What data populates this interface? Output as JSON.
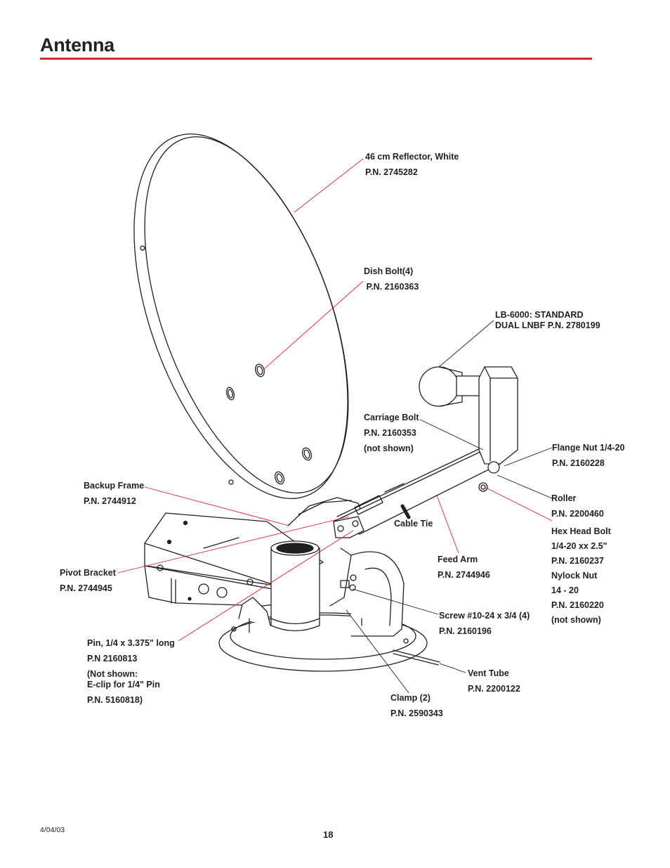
{
  "page": {
    "title": "Antenna",
    "date": "4/04/03",
    "page_number": "18",
    "accent_color": "#d9232d"
  },
  "callouts": {
    "reflector": [
      "46 cm Reflector, White",
      "P.N. 2745282"
    ],
    "dish_bolt": [
      "Dish Bolt(4)",
      " P.N. 2160363"
    ],
    "lnbf": [
      "LB-6000: STANDARD",
      "DUAL LNBF P.N. 2780199"
    ],
    "carriage_bolt": [
      "Carriage Bolt",
      "P.N. 2160353",
      "(not shown)"
    ],
    "flange_nut": [
      "Flange Nut 1/4-20",
      "P.N. 2160228"
    ],
    "backup_frame": [
      "Backup Frame",
      "P.N. 2744912"
    ],
    "roller": [
      "Roller",
      "P.N. 2200460"
    ],
    "hex_head_bolt": [
      "Hex Head Bolt",
      "1/4-20 xx 2.5\"",
      "P.N. 2160237",
      "Nylock Nut",
      "14 - 20",
      "P.N. 2160220",
      "(not shown)"
    ],
    "cable_tie": [
      "Cable Tie"
    ],
    "feed_arm": [
      "Feed Arm",
      "P.N. 2744946"
    ],
    "pivot_bracket": [
      "Pivot Bracket",
      "P.N. 2744945"
    ],
    "screw": [
      "Screw #10-24 x 3/4 (4)",
      "P.N. 2160196"
    ],
    "pin": [
      "Pin, 1/4 x 3.375\" long",
      "P.N 2160813",
      "(Not shown:",
      "E-clip for 1/4\" Pin",
      "P.N. 5160818)"
    ],
    "vent_tube": [
      "Vent Tube",
      "P.N. 2200122"
    ],
    "clamp": [
      "Clamp (2)",
      "P.N. 2590343"
    ]
  }
}
